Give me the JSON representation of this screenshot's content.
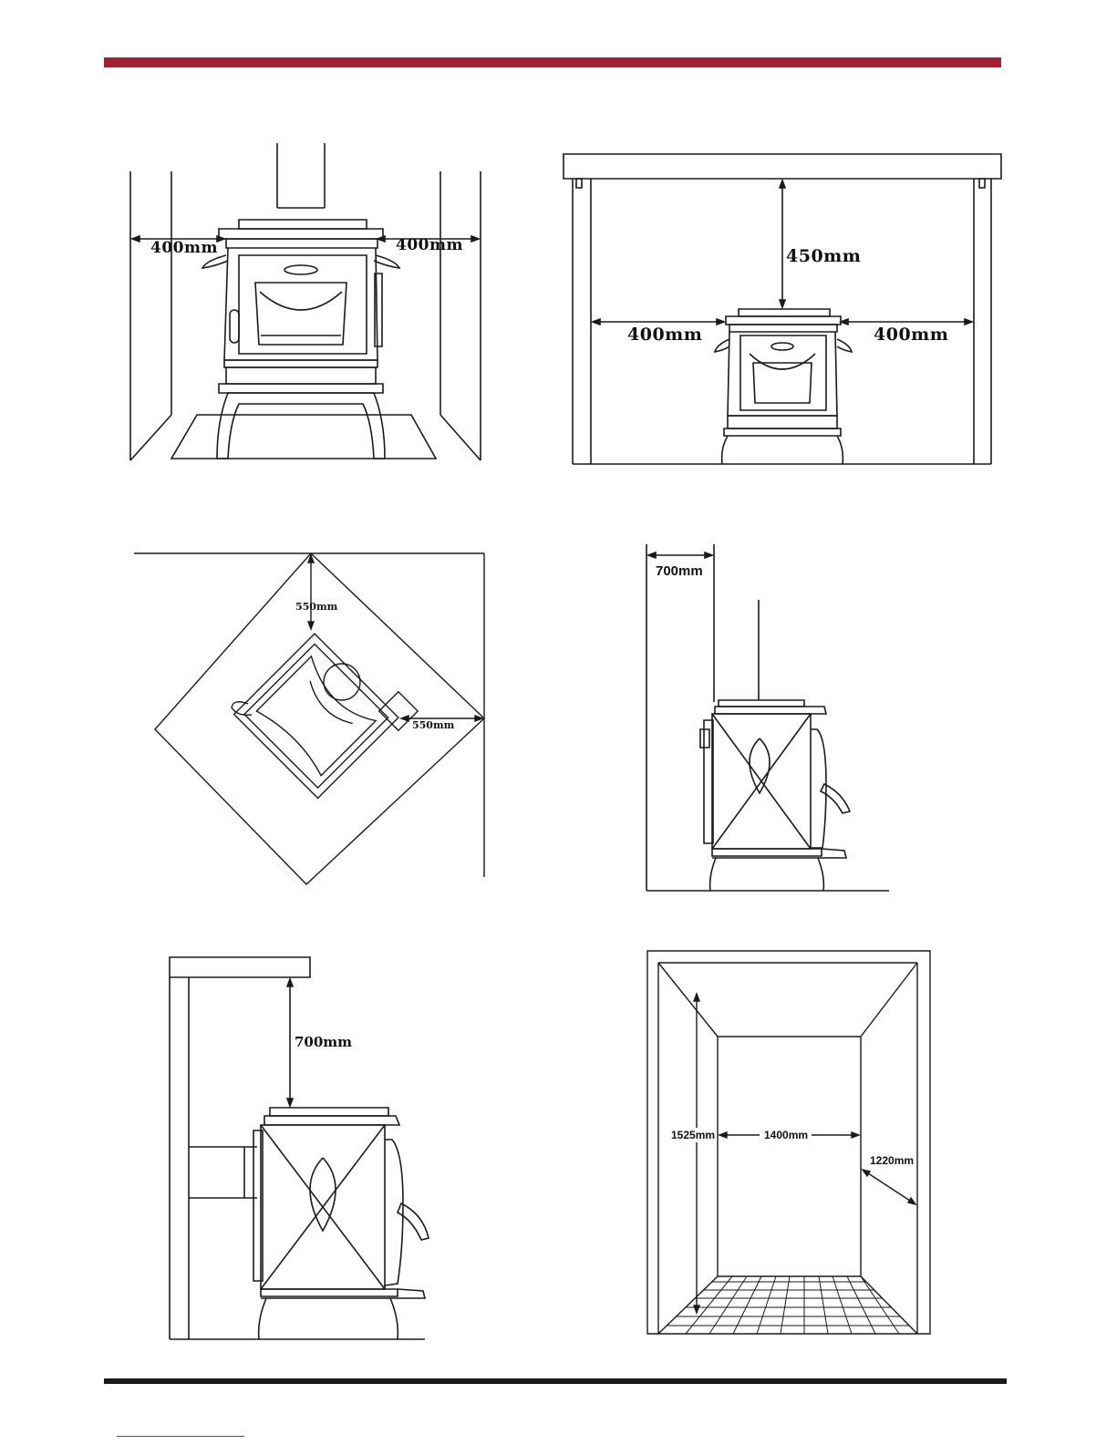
{
  "header": {
    "accent_color": "#a51f35"
  },
  "footer": {
    "rule_color": "#1a1a1a",
    "link_color": "#3b4bd8"
  },
  "diagrams": {
    "front_recess": {
      "left_clearance": "400mm",
      "right_clearance": "400mm"
    },
    "under_shelf": {
      "top_clearance": "450mm",
      "left_clearance": "400mm",
      "right_clearance": "400mm"
    },
    "corner_plan": {
      "rear_clearance": "550mm",
      "side_clearance": "550mm"
    },
    "side_wall": {
      "rear_clearance": "700mm"
    },
    "side_shelf": {
      "top_clearance": "700mm"
    },
    "recess_box": {
      "height": "1525mm",
      "width": "1400mm",
      "depth": "1220mm"
    }
  }
}
